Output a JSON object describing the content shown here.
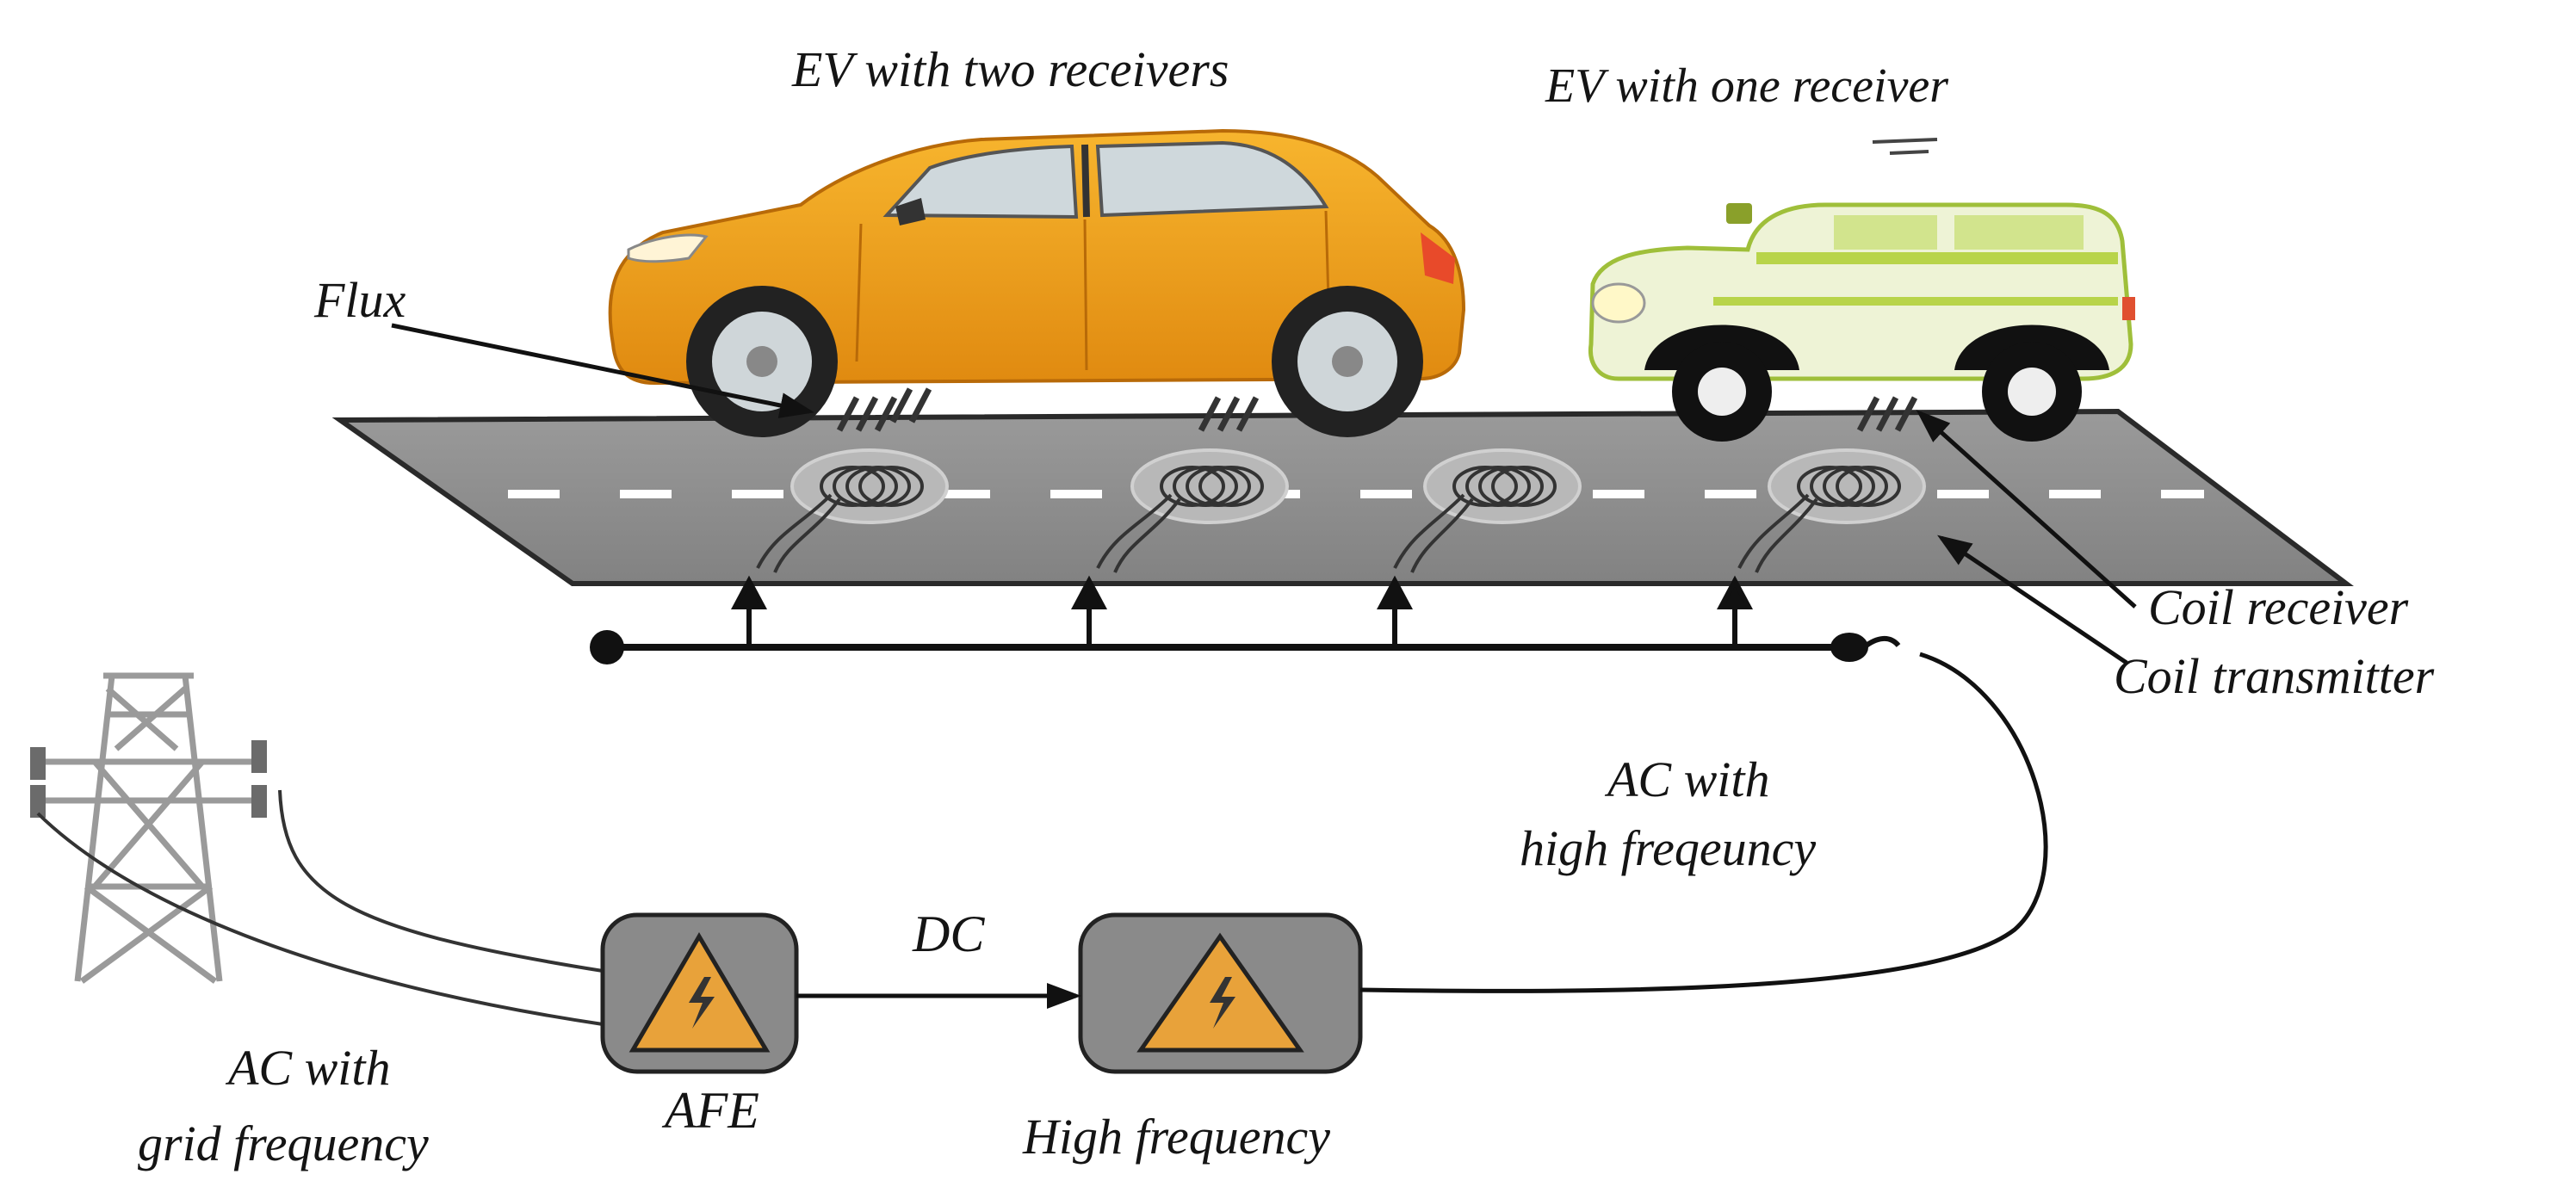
{
  "labels": {
    "ev_two": "EV with two receivers",
    "ev_one": "EV with one receiver",
    "flux": "Flux",
    "coil_receiver": "Coil receiver",
    "coil_transmitter": "Coil transmitter",
    "ac_high_1": "AC with",
    "ac_high_2": "high freqeuncy",
    "dc": "DC",
    "afe": "AFE",
    "high_frequency": "High frequency",
    "ac_grid_1": "AC with",
    "ac_grid_2": "grid frequency"
  },
  "colors": {
    "road": "#8f8f8f",
    "road_edge": "#2a2a2a",
    "lane_marking": "#ffffff",
    "coil_pad": "#b8b8b8",
    "car_orange": "#f2a21a",
    "car_orange_dark": "#d9820c",
    "car_green": "#b8d44a",
    "converter_box": "#8a8a8a",
    "warning_triangle": "#e8a23a",
    "line": "#111111",
    "tower": "#9a9a9a"
  },
  "icons": {
    "converter": "warning-lightning-icon",
    "tower": "transmission-tower-icon"
  }
}
